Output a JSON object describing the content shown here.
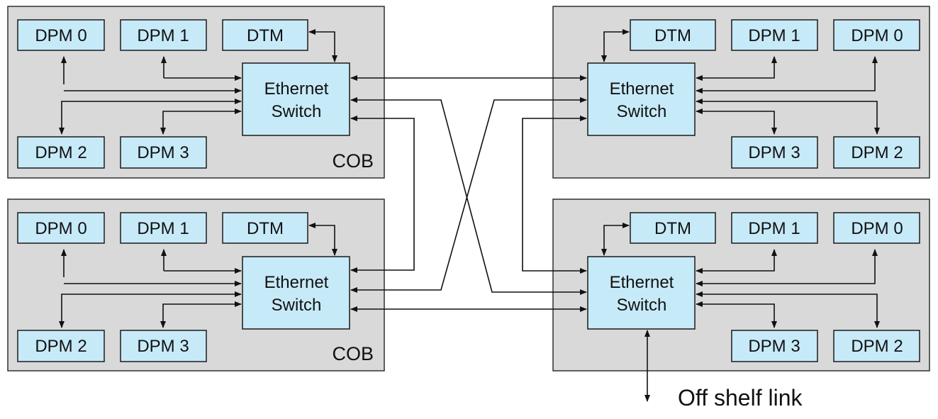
{
  "shelves": [
    {
      "id": "top-left",
      "switch_label_1": "Ethernet",
      "switch_label_2": "Switch",
      "cob_label": "COB",
      "modules": [
        "DPM 0",
        "DPM 1",
        "DTM",
        "DPM 2",
        "DPM 3"
      ]
    },
    {
      "id": "bottom-left",
      "switch_label_1": "Ethernet",
      "switch_label_2": "Switch",
      "cob_label": "COB",
      "modules": [
        "DPM 0",
        "DPM 1",
        "DTM",
        "DPM 2",
        "DPM 3"
      ]
    },
    {
      "id": "top-right",
      "switch_label_1": "Ethernet",
      "switch_label_2": "Switch",
      "modules": [
        "DTM",
        "DPM 1",
        "DPM 0",
        "DPM 3",
        "DPM 2"
      ]
    },
    {
      "id": "bottom-right",
      "switch_label_1": "Ethernet",
      "switch_label_2": "Switch",
      "modules": [
        "DTM",
        "DPM 1",
        "DPM 0",
        "DPM 3",
        "DPM 2"
      ]
    }
  ],
  "off_shelf_label": "Off shelf link"
}
